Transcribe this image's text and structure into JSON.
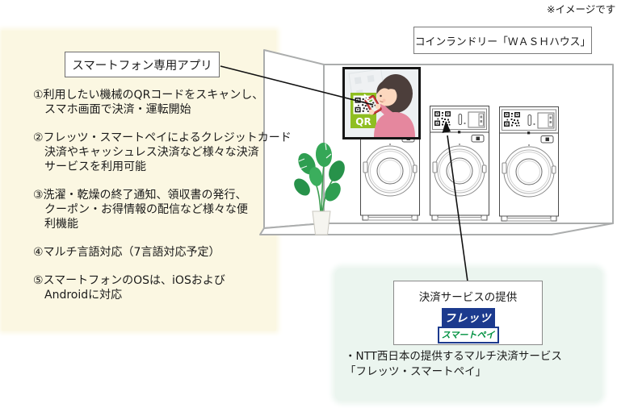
{
  "page": {
    "note_top_right": "※イメージです"
  },
  "app_panel": {
    "bg_color": "#fbf7e2",
    "title": "スマートフォン専用アプリ",
    "features": [
      {
        "lines": [
          "①利用したい機械のQRコードをスキャンし、",
          "スマホ画面で決済・運転開始"
        ]
      },
      {
        "lines": [
          "②フレッツ・スマートペイによるクレジットカード",
          "決済やキャッシュレス決済など様々な決済",
          "サービスを利用可能"
        ]
      },
      {
        "lines": [
          "③洗濯・乾燥の終了通知、領収書の発行、",
          "クーポン・お得情報の配信など様々な便",
          "利機能"
        ]
      },
      {
        "lines": [
          "④マルチ言語対応（7言語対応予定）"
        ]
      },
      {
        "lines": [
          "⑤スマートフォンのOSは、iOSおよび",
          "Androidに対応"
        ]
      }
    ]
  },
  "laundry": {
    "store_label": "コインランドリー「ＷＡＳＨハウス」",
    "qr_sign_text": "QR",
    "machine_count": 3
  },
  "payment": {
    "panel_bg_color": "#ebf5ef",
    "box_title": "決済サービスの提供",
    "logo": {
      "line1": "フレッツ",
      "line2": "スマートペイ",
      "navy": "#1c3a8e",
      "green": "#009140"
    },
    "description_lines": [
      "・NTT西日本の提供するマルチ決済サービス",
      "「フレッツ・スマートペイ」"
    ]
  }
}
